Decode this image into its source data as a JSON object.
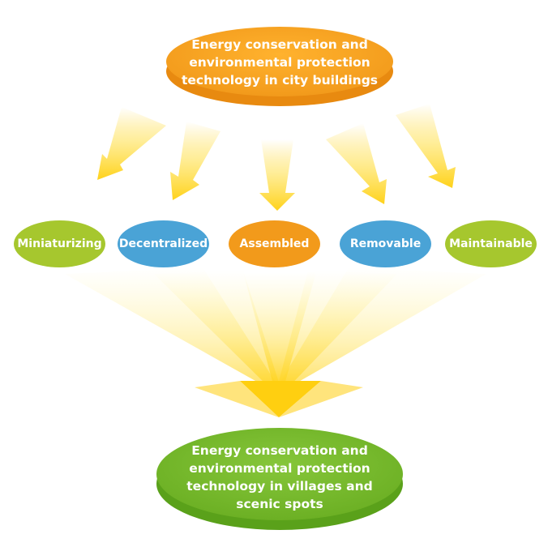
{
  "top_node": {
    "lines": [
      "Energy conservation and",
      "environmental protection",
      "technology in city buildings"
    ],
    "color": "#f29a1b"
  },
  "bottom_node": {
    "lines": [
      "Energy conservation and",
      "environmental protection",
      "technology in villages and",
      "scenic spots"
    ],
    "color": "#76b82a"
  },
  "middle_nodes": [
    {
      "label": "Miniaturizing",
      "color": "#a6c72e"
    },
    {
      "label": "Decentralized",
      "color": "#4aa3d6"
    },
    {
      "label": "Assembled",
      "color": "#f29a1b"
    },
    {
      "label": "Removable",
      "color": "#4aa3d6"
    },
    {
      "label": "Maintainable",
      "color": "#a6c72e"
    }
  ],
  "arrow_color": "#ffd21a"
}
